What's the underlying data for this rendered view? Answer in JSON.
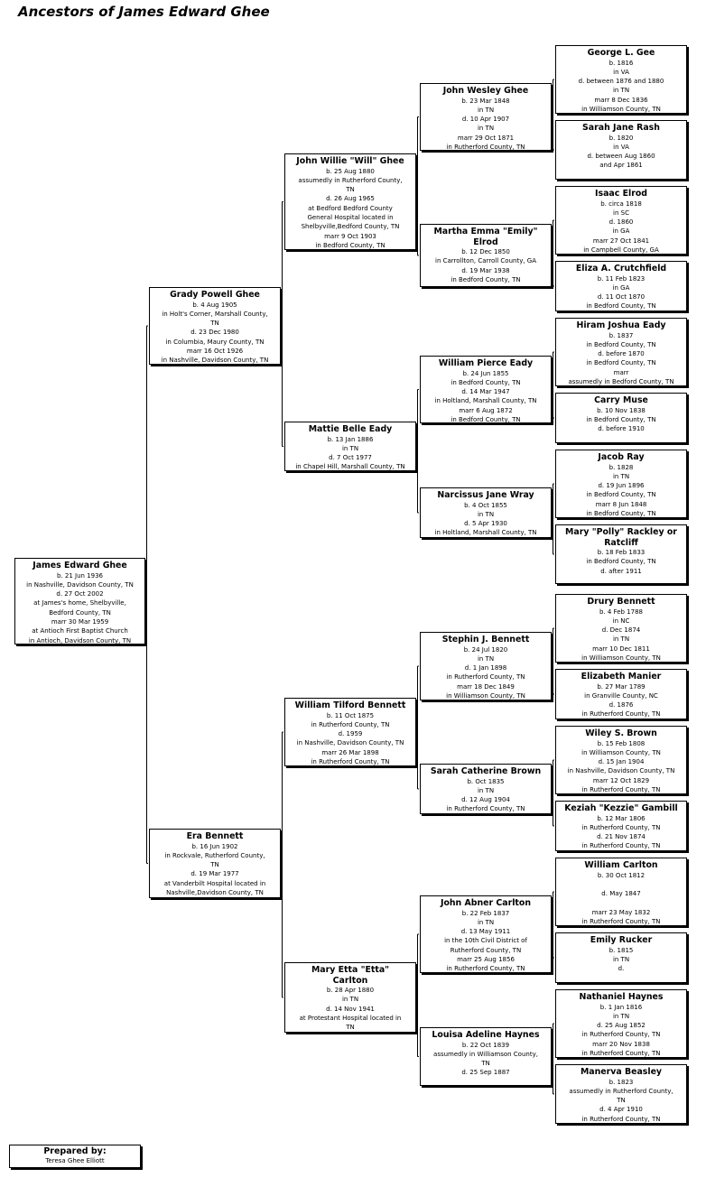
{
  "title": "Ancestors of James Edward Ghee",
  "people": [
    {
      "id": "james",
      "name": "James Edward  Ghee",
      "lines": [
        "b. 21 Jun 1936",
        "in Nashville, Davidson County, TN",
        "d. 27 Oct 2002",
        "at James's home, Shelbyville,",
        "Bedford County, TN",
        "marr 30 Mar 1959",
        "at Antioch First Baptist Church",
        "in Antioch, Davidson County, TN"
      ]
    },
    {
      "id": "grady",
      "name": "Grady Powell  Ghee",
      "lines": [
        "b. 4 Aug 1905",
        "in Holt's Corner, Marshall County,",
        "TN",
        "d. 23 Dec 1980",
        "in Columbia, Maury County, TN",
        "marr 16 Oct 1926",
        "in Nashville, Davidson County, TN"
      ]
    },
    {
      "id": "era",
      "name": "Era  Bennett",
      "lines": [
        "b. 16 Jun 1902",
        "in Rockvale, Rutherford County,",
        "TN",
        "d. 19 Mar 1977",
        "at Vanderbilt Hospital located in",
        "Nashville,Davidson County, TN"
      ]
    },
    {
      "id": "willie",
      "name": "John Willie \"Will\" Ghee",
      "lines": [
        "b. 25 Aug 1880",
        "assumedly in Rutherford County,",
        "TN",
        "d. 26 Aug 1965",
        "at Bedford Bedford County",
        "General Hospital located in",
        "Shelbyville,Bedford County, TN",
        "marr 9 Oct 1903",
        "in Bedford County, TN"
      ]
    },
    {
      "id": "mattie",
      "name": "Mattie Belle  Eady",
      "lines": [
        "b. 13 Jan 1886",
        "in TN",
        "d. 7 Oct 1977",
        "in Chapel Hill, Marshall County, TN"
      ]
    },
    {
      "id": "wtbennett",
      "name": "William Tilford  Bennett",
      "lines": [
        "b. 11 Oct 1875",
        "in Rutherford County, TN",
        "d. 1959",
        "in Nashville, Davidson County, TN",
        "marr 26 Mar 1898",
        "in Rutherford County, TN"
      ]
    },
    {
      "id": "etta",
      "name": "Mary Etta \"Etta\"",
      "name2": "Carlton",
      "lines": [
        "b. 28 Apr 1880",
        "in TN",
        "d. 14 Nov 1941",
        "at Protestant Hospital located in",
        "TN"
      ]
    },
    {
      "id": "jwghee",
      "name": "John Wesley  Ghee",
      "lines": [
        "b. 23 Mar 1848",
        "in TN",
        "d. 10 Apr 1907",
        "in TN",
        "marr 29 Oct 1871",
        "in Rutherford County, TN"
      ]
    },
    {
      "id": "martha",
      "name": "Martha Emma \"Emily\"",
      "name2": "Elrod",
      "lines": [
        "b. 12 Dec 1850",
        "in Carrollton, Carroll County, GA",
        "d. 19 Mar 1938",
        "in Bedford County, TN"
      ]
    },
    {
      "id": "wpeady",
      "name": "William Pierce  Eady",
      "lines": [
        "b. 24 Jun 1855",
        "in Bedford County, TN",
        "d. 14 Mar 1947",
        "in Holtland, Marshall County, TN",
        "marr 6 Aug 1872",
        "in Bedford County, TN"
      ]
    },
    {
      "id": "narcissus",
      "name": "Narcissus Jane  Wray",
      "lines": [
        "b. 4 Oct 1855",
        "in TN",
        "d. 5 Apr 1930",
        "in Holtland, Marshall County, TN"
      ]
    },
    {
      "id": "stephin",
      "name": "Stephin J.  Bennett",
      "lines": [
        "b. 24 Jul 1820",
        "in TN",
        "d. 1 Jan 1898",
        "in Rutherford County, TN",
        "marr 18 Dec 1849",
        "in Williamson County, TN"
      ]
    },
    {
      "id": "sarahcb",
      "name": "Sarah Catherine  Brown",
      "lines": [
        "b. Oct 1835",
        "in TN",
        "d. 12 Aug 1904",
        "in Rutherford County, TN"
      ]
    },
    {
      "id": "jacarlton",
      "name": "John Abner  Carlton",
      "lines": [
        "b. 22 Feb 1837",
        "in TN",
        "d. 13 May 1911",
        "in the 10th Civil District of",
        "Rutherford County, TN",
        "marr 25 Aug 1856",
        "in Rutherford County, TN"
      ]
    },
    {
      "id": "louisa",
      "name": "Louisa Adeline  Haynes",
      "lines": [
        "b. 22 Oct 1839",
        "assumedly in Williamson County,",
        "TN",
        "d. 25 Sep 1887"
      ]
    },
    {
      "id": "george",
      "name": "George L.  Gee",
      "lines": [
        "b. 1816",
        "in VA",
        "d. between 1876 and 1880",
        "in TN",
        "marr 8 Dec 1836",
        "in Williamson County, TN"
      ]
    },
    {
      "id": "sarahjr",
      "name": "Sarah Jane  Rash",
      "lines": [
        "b. 1820",
        "in VA",
        "d. between Aug 1860",
        "and Apr 1861"
      ]
    },
    {
      "id": "isaac",
      "name": "Isaac  Elrod",
      "lines": [
        "b. circa 1818",
        "in SC",
        "d. 1860",
        "in GA",
        "marr 27 Oct 1841",
        "in Campbell County, GA"
      ]
    },
    {
      "id": "eliza",
      "name": "Eliza A.  Crutchfield",
      "lines": [
        "b. 11 Feb 1823",
        "in GA",
        "d. 11 Oct 1870",
        "in Bedford County, TN"
      ]
    },
    {
      "id": "hiram",
      "name": "Hiram Joshua  Eady",
      "lines": [
        "b. 1837",
        "in Bedford County, TN",
        "d. before 1870",
        "in Bedford County, TN",
        "marr",
        "assumedly in Bedford County, TN"
      ]
    },
    {
      "id": "carry",
      "name": "Carry  Muse",
      "lines": [
        "b. 10 Nov 1838",
        "in Bedford County, TN",
        "d. before 1910"
      ]
    },
    {
      "id": "jacob",
      "name": "Jacob  Ray",
      "lines": [
        "b. 1828",
        "in TN",
        "d. 19 Jun 1896",
        "in Bedford County, TN",
        "marr 8 Jun 1848",
        "in Bedford County, TN"
      ]
    },
    {
      "id": "polly",
      "name": "Mary \"Polly\" Rackley or",
      "name2": "Ratcliff",
      "lines": [
        "b. 18 Feb 1833",
        "in Bedford County, TN",
        "d. after 1911"
      ]
    },
    {
      "id": "drury",
      "name": "Drury  Bennett",
      "lines": [
        "b. 4 Feb 1788",
        "in NC",
        "d. Dec 1874",
        "in TN",
        "marr 10 Dec 1811",
        "in Williamson County, TN"
      ]
    },
    {
      "id": "elizabeth",
      "name": "Elizabeth  Manier",
      "lines": [
        "b. 27 Mar 1789",
        "in Granville County, NC",
        "d. 1876",
        "in Rutherford County, TN"
      ]
    },
    {
      "id": "wiley",
      "name": "Wiley S.  Brown",
      "lines": [
        "b. 15 Feb 1808",
        "in Williamson County, TN",
        "d. 15 Jan 1904",
        "in Nashville, Davidson County, TN",
        "marr 12 Oct 1829",
        "in Rutherford County, TN"
      ]
    },
    {
      "id": "keziah",
      "name": "Keziah \"Kezzie\" Gambill",
      "lines": [
        "b. 12 Mar 1806",
        "in Rutherford County, TN",
        "d. 21 Nov 1874",
        "in Rutherford County, TN"
      ]
    },
    {
      "id": "wcarlton",
      "name": "William  Carlton",
      "lines": [
        "b. 30 Oct 1812",
        "",
        "d. May 1847",
        "",
        "marr 23 May 1832",
        "in Rutherford County, TN"
      ]
    },
    {
      "id": "emily",
      "name": "Emily  Rucker",
      "lines": [
        "b. 1815",
        "in TN",
        "d."
      ]
    },
    {
      "id": "nathaniel",
      "name": "Nathaniel  Haynes",
      "lines": [
        "b. 1 Jan 1816",
        "in TN",
        "d. 25 Aug 1852",
        "in Rutherford County, TN",
        "marr 20 Nov 1838",
        "in Rutherford County, TN"
      ]
    },
    {
      "id": "manerva",
      "name": "Manerva  Beasley",
      "lines": [
        "b. 1823",
        "assumedly in Rutherford County,",
        "TN",
        "d. 4 Apr 1910",
        "in Rutherford County, TN"
      ]
    }
  ],
  "prepared": {
    "label": "Prepared by:",
    "name": "Teresa Ghee Elliott"
  }
}
